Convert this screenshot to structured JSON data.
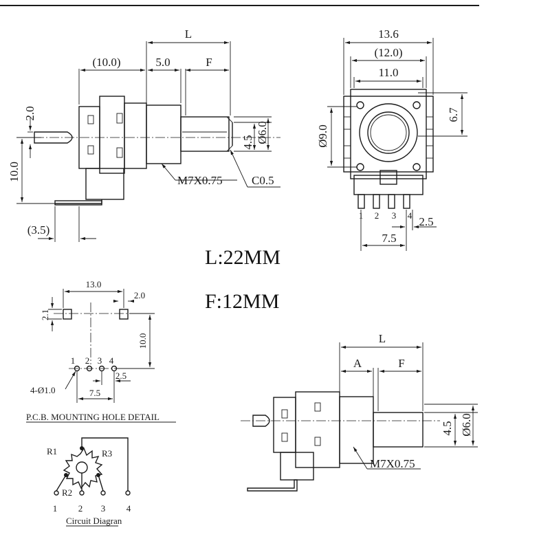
{
  "length_note": "L:22MM",
  "flat_note": "F:12MM",
  "side_view": {
    "dim_L": "L",
    "dim_10": "(10.0)",
    "dim_5": "5.0",
    "dim_F": "F",
    "dim_2": "2.0",
    "dim_10v": "10.0",
    "dim_45": "4.5",
    "dim_d6": "Ø6.0",
    "dim_35": "(3.5)",
    "thread": "M7X0.75",
    "chamfer": "C0.5"
  },
  "front_view": {
    "dim_136": "13.6",
    "dim_12": "(12.0)",
    "dim_11": "11.0",
    "dim_67": "6.7",
    "dim_d9": "Ø9.0",
    "dim_25": "2.5",
    "dim_75": "7.5",
    "pins": [
      "1",
      "2",
      "3",
      "4"
    ]
  },
  "pcb": {
    "dim_13": "13.0",
    "dim_2": "2.0",
    "dim_21": "2.1",
    "dim_10": "10.0",
    "dim_25": "2.5",
    "dim_75": "7.5",
    "holes": "4-Ø1.0",
    "pins": [
      "1",
      "2",
      "3",
      "4"
    ],
    "caption": "P.C.B. MOUNTING HOLE DETAIL"
  },
  "circuit": {
    "r1": "R1",
    "r2": "R2",
    "r3": "R3",
    "pins": [
      "1",
      "2",
      "3",
      "4"
    ],
    "caption": "Circuit Diagran"
  },
  "side_view_2": {
    "dim_L": "L",
    "dim_A": "A",
    "dim_F": "F",
    "dim_45": "4.5",
    "dim_d6": "Ø6.0",
    "thread": "M7X0.75"
  }
}
